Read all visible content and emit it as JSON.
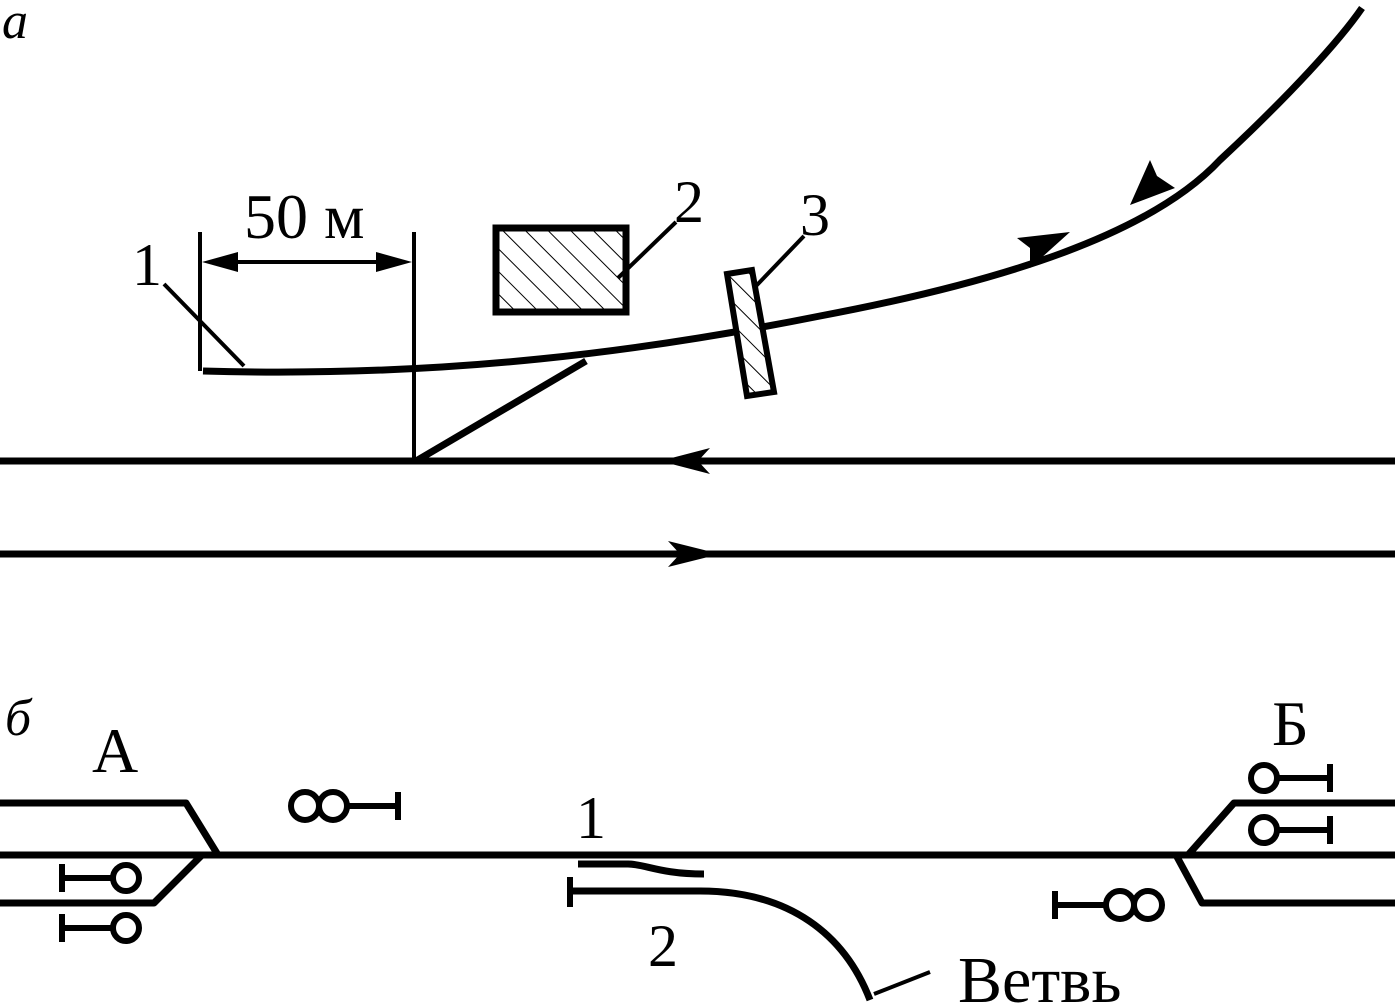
{
  "panel_a": {
    "panel_label": "а",
    "distance_label": "50 м",
    "label_1": "1",
    "label_2": "2",
    "label_3": "3"
  },
  "panel_b": {
    "panel_label": "б",
    "station_a": "А",
    "station_b": "Б",
    "label_1": "1",
    "label_2": "2",
    "branch_label": "Ветвь"
  },
  "colors": {
    "line": "#000000",
    "background": "#ffffff"
  }
}
